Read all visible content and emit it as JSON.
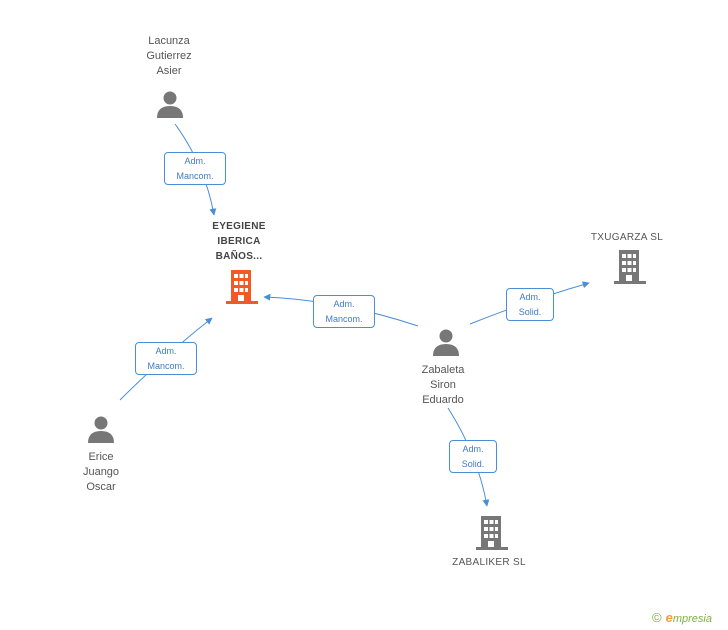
{
  "nodes": {
    "lacunza": {
      "type": "person",
      "lines": [
        "Lacunza",
        "Gutierrez",
        "Asier"
      ]
    },
    "eyegiene": {
      "type": "company-main",
      "lines": [
        "EYEGIENE",
        "IBERICA",
        "BAÑOS..."
      ]
    },
    "txugarza": {
      "type": "company",
      "lines": [
        "TXUGARZA SL"
      ]
    },
    "zabaleta": {
      "type": "person",
      "lines": [
        "Zabaleta",
        "Siron",
        "Eduardo"
      ]
    },
    "erice": {
      "type": "person",
      "lines": [
        "Erice",
        "Juango",
        "Oscar"
      ]
    },
    "zabaliker": {
      "type": "company",
      "lines": [
        "ZABALIKER SL"
      ]
    }
  },
  "edges": [
    {
      "from": "lacunza",
      "to": "eyegiene",
      "lines": [
        "Adm.",
        "Mancom."
      ]
    },
    {
      "from": "zabaleta",
      "to": "eyegiene",
      "lines": [
        "Adm.",
        "Mancom."
      ]
    },
    {
      "from": "erice",
      "to": "eyegiene",
      "lines": [
        "Adm.",
        "Mancom."
      ]
    },
    {
      "from": "zabaleta",
      "to": "txugarza",
      "lines": [
        "Adm.",
        "Solid."
      ]
    },
    {
      "from": "zabaleta",
      "to": "zabaliker",
      "lines": [
        "Adm.",
        "Solid."
      ]
    }
  ],
  "colors": {
    "edge": "#4a8fd6",
    "person": "#777777",
    "company": "#777777",
    "company_main": "#f15a24"
  },
  "brand": {
    "copyright": "©",
    "initial": "e",
    "name": "mpresia"
  }
}
